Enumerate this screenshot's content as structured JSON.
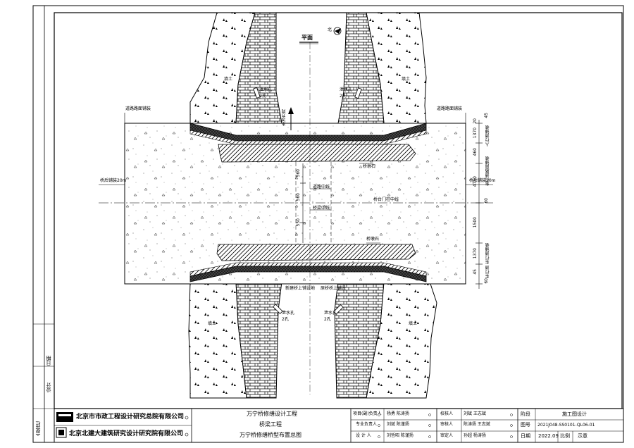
{
  "drawing": {
    "view_label": "平面",
    "north_symbol": "北",
    "left_dim_label": "桥后铺装20m",
    "right_dim_label": "桥后铺装20m",
    "left_top_note": "道路路面铺装",
    "right_top_note": "道路路面铺装",
    "flow_label": "水流方向",
    "center_label": "道路中线",
    "bridge_center_label": "桥梁中线",
    "center_axis_label": "桥台门柱中线",
    "top_pier_label": "桥墩石",
    "bottom_pier_label": "桥墩石",
    "mid_left_anno": "新建桥上铺设地",
    "mid_right_anno": "原桥桥上铺设",
    "ul_drain_label": "泄水孔",
    "ul_drain_sub": "2孔",
    "ur_drain_label": "泄水孔",
    "ur_drain_sub": "2孔",
    "ll_drain_label": "泄水孔",
    "ll_drain_sub": "2孔",
    "lr_drain_label": "泄水孔",
    "lr_drain_sub": "2孔",
    "soil_left_top": "填土",
    "soil_right_top": "填土",
    "soil_left_bottom": "填土",
    "soil_right_bottom": "填土",
    "dims": {
      "d1": "1370",
      "d2": "45",
      "d3": "4750",
      "d4": "460",
      "d5": "1500",
      "c1": "560",
      "c2": "550",
      "c3": "560",
      "r1": "20",
      "r2": "60",
      "r3": "60",
      "r4": "1370",
      "r5": "45"
    },
    "right_vert_top": "人行道铺装",
    "right_vert_mid": "车行道路面铺装",
    "right_vert_bottom": "车行道 车行道铺装"
  },
  "left_strip": {
    "date_label": "日期",
    "design_label": "设计",
    "revision_label": "会签栏"
  },
  "title_block": {
    "company1": "北京市市政工程设计研究总院有限公司",
    "company2": "北京北建大建筑研究设计研究院有限公司",
    "project": "万宁桥修缮设计工程",
    "subproject": "桥梁工程",
    "drawing_title": "万宁桥修缮桥型布置总图",
    "roles": [
      {
        "role": "项目(副)负责人",
        "names": "杨勇 陈涛扬"
      },
      {
        "role": "专业负责人",
        "names": "刘斌 陈谨扬"
      },
      {
        "role": "设 计 人",
        "names": "刘哲昭 陈谨扬"
      }
    ],
    "checks": [
      {
        "role": "校核人",
        "names": "刘斌 王志斌"
      },
      {
        "role": "审核人",
        "names": "陈涛扬 王志斌"
      },
      {
        "role": "审定人",
        "names": "孙超 杨涛扬"
      }
    ],
    "stage_label": "阶段",
    "stage_value": "施工图设计",
    "drawing_no_label": "图号",
    "drawing_no_value": "2021J048-SS0101-QL06-01",
    "date_label": "日期",
    "date_value": "2022.09",
    "scale_label": "比例",
    "scale_value": "示意"
  }
}
